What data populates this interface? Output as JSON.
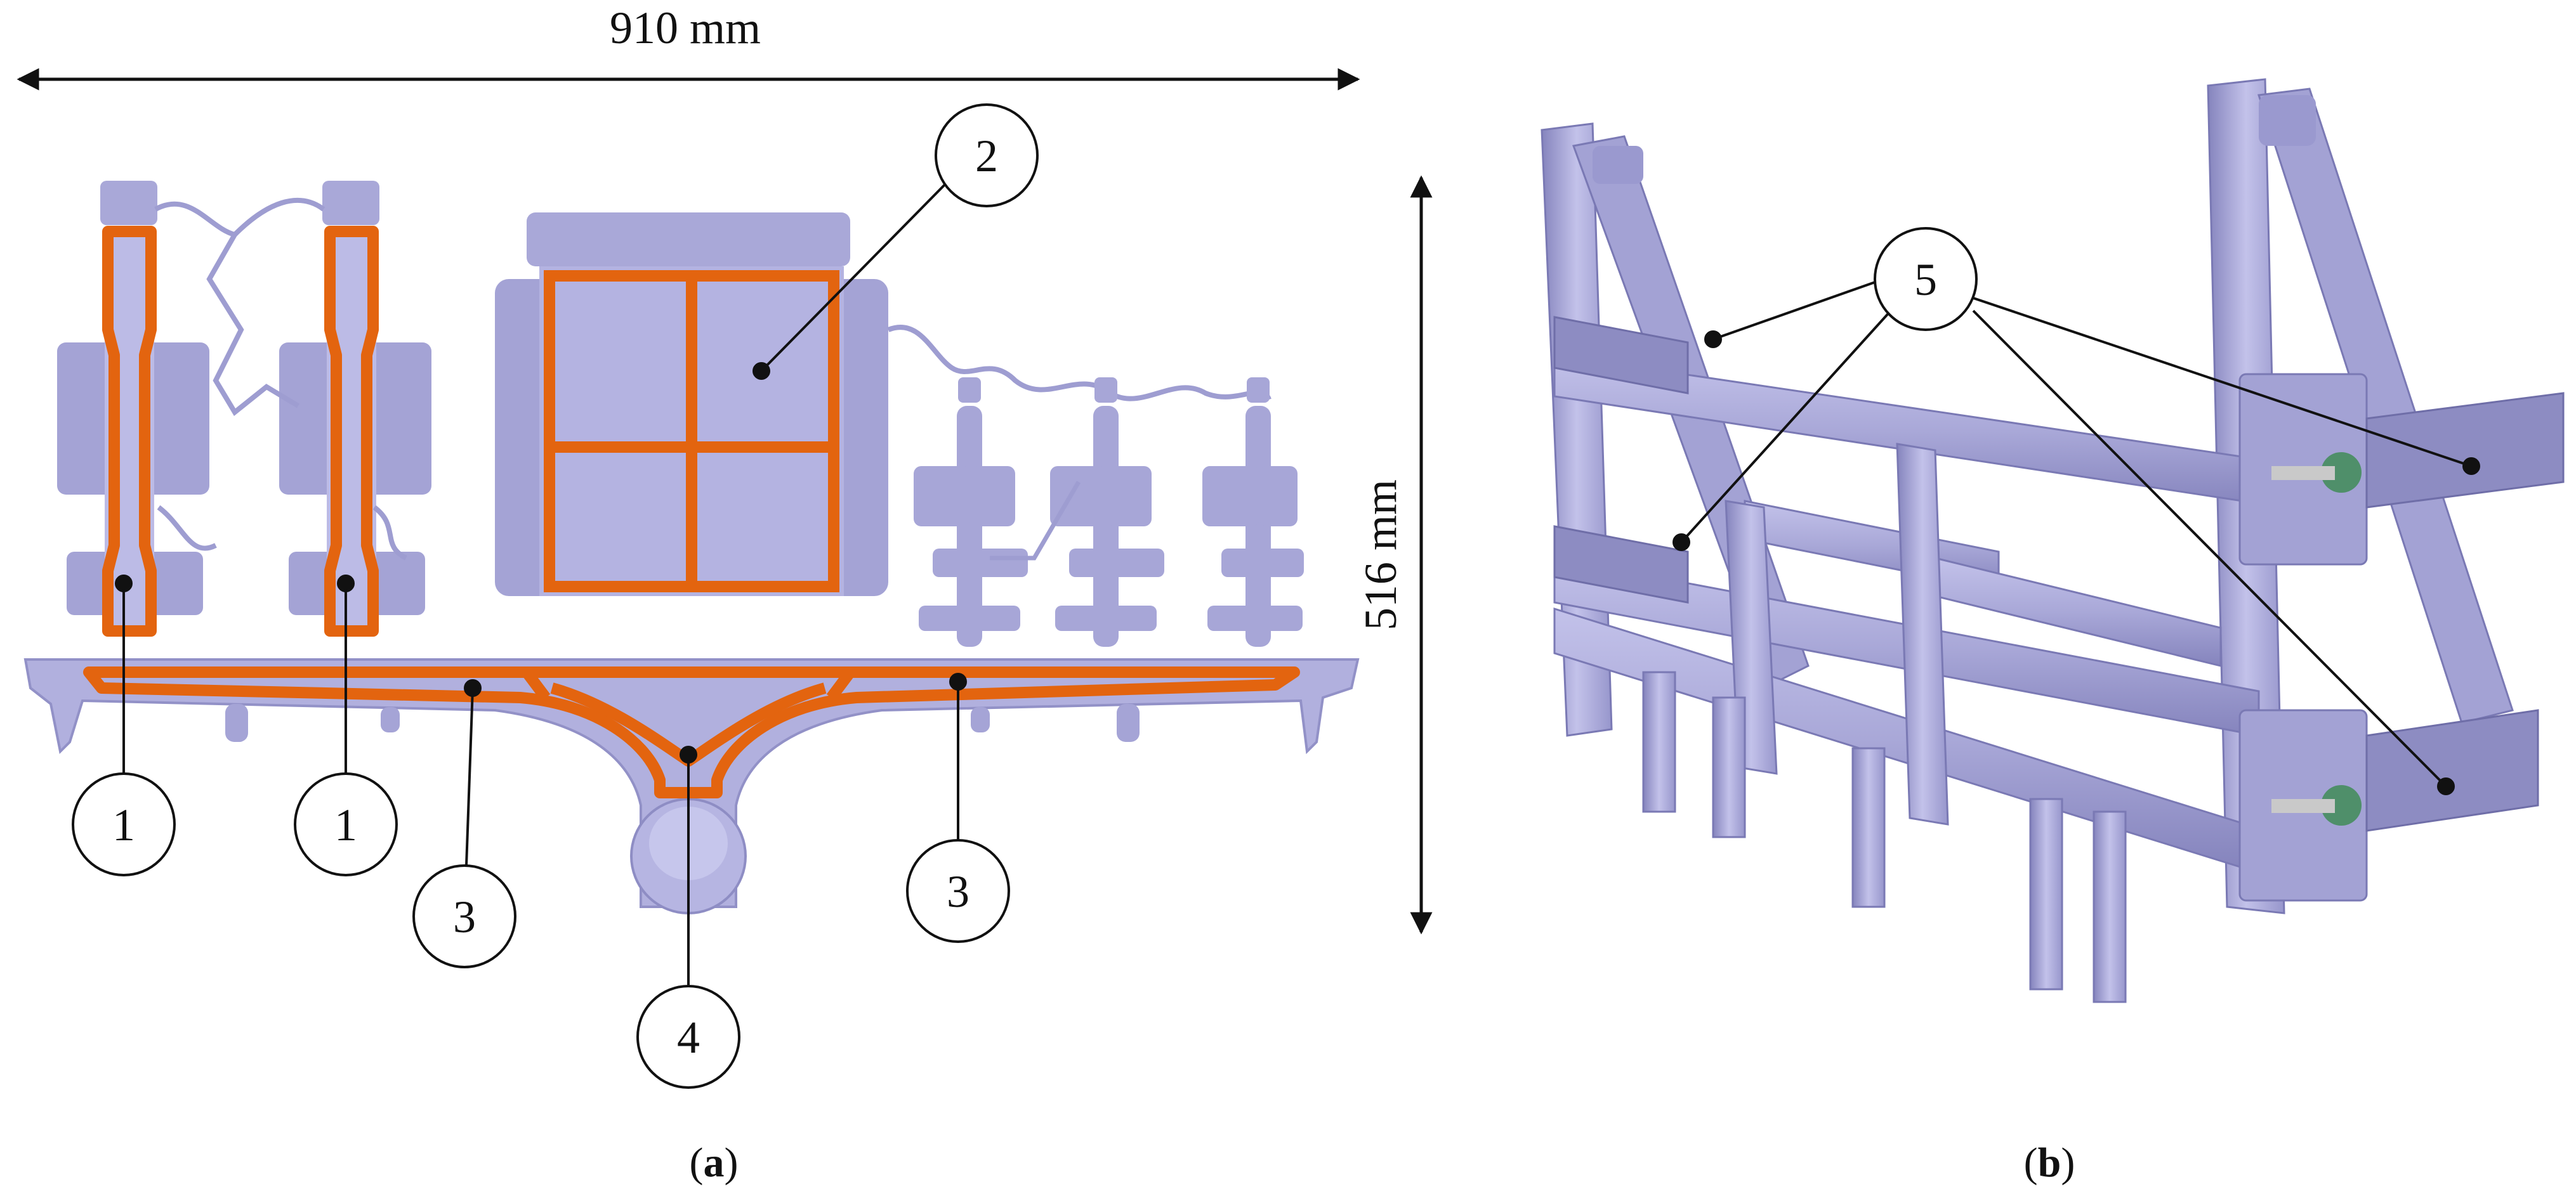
{
  "dimensions": {
    "width": "910 mm",
    "height": "516 mm"
  },
  "callouts": {
    "part1_left": "1",
    "part1_right": "1",
    "part2": "2",
    "part3_left": "3",
    "part3_right": "3",
    "part4": "4",
    "part5": "5"
  },
  "captions": {
    "a_open": "(",
    "a_letter": "a",
    "a_close": ")",
    "b_open": "(",
    "b_letter": "b",
    "b_close": ")"
  },
  "colors": {
    "part": "#a9a8d8",
    "part_dark": "#8d8cc2",
    "highlight": "#e3640f",
    "line": "#111111"
  }
}
